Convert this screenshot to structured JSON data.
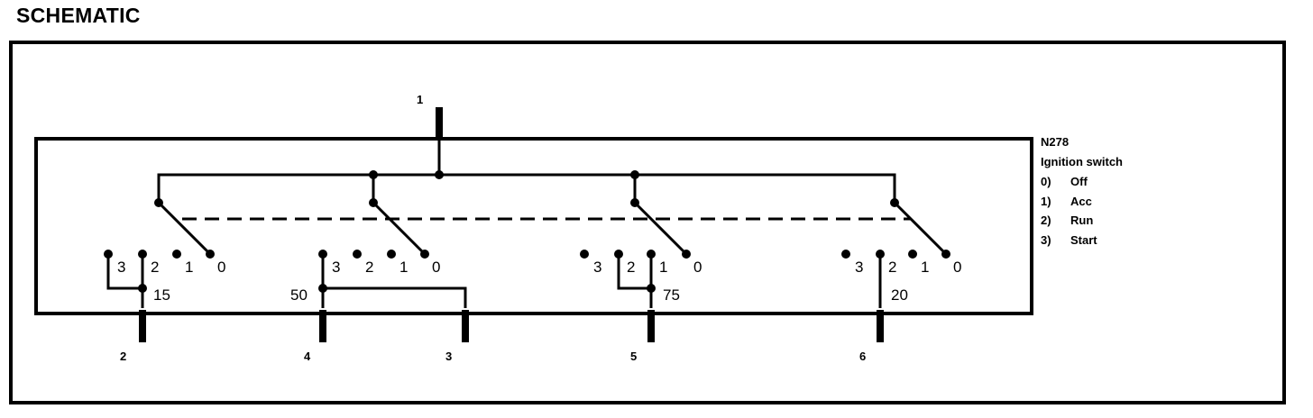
{
  "title": "SCHEMATIC",
  "component": {
    "id": "N278",
    "name": "Ignition switch",
    "positions": [
      {
        "key": "0)",
        "label": "Off"
      },
      {
        "key": "1)",
        "label": "Acc"
      },
      {
        "key": "2)",
        "label": "Run"
      },
      {
        "key": "3)",
        "label": "Start"
      }
    ]
  },
  "pins": {
    "top": "1",
    "p2": "2",
    "p4": "4",
    "p3": "3",
    "p5": "5",
    "p6": "6"
  },
  "terminals": {
    "t15": "15",
    "t50": "50",
    "t75": "75",
    "t20": "20"
  },
  "contact_labels": {
    "c3": "3",
    "c2": "2",
    "c1": "1",
    "c0": "0"
  }
}
